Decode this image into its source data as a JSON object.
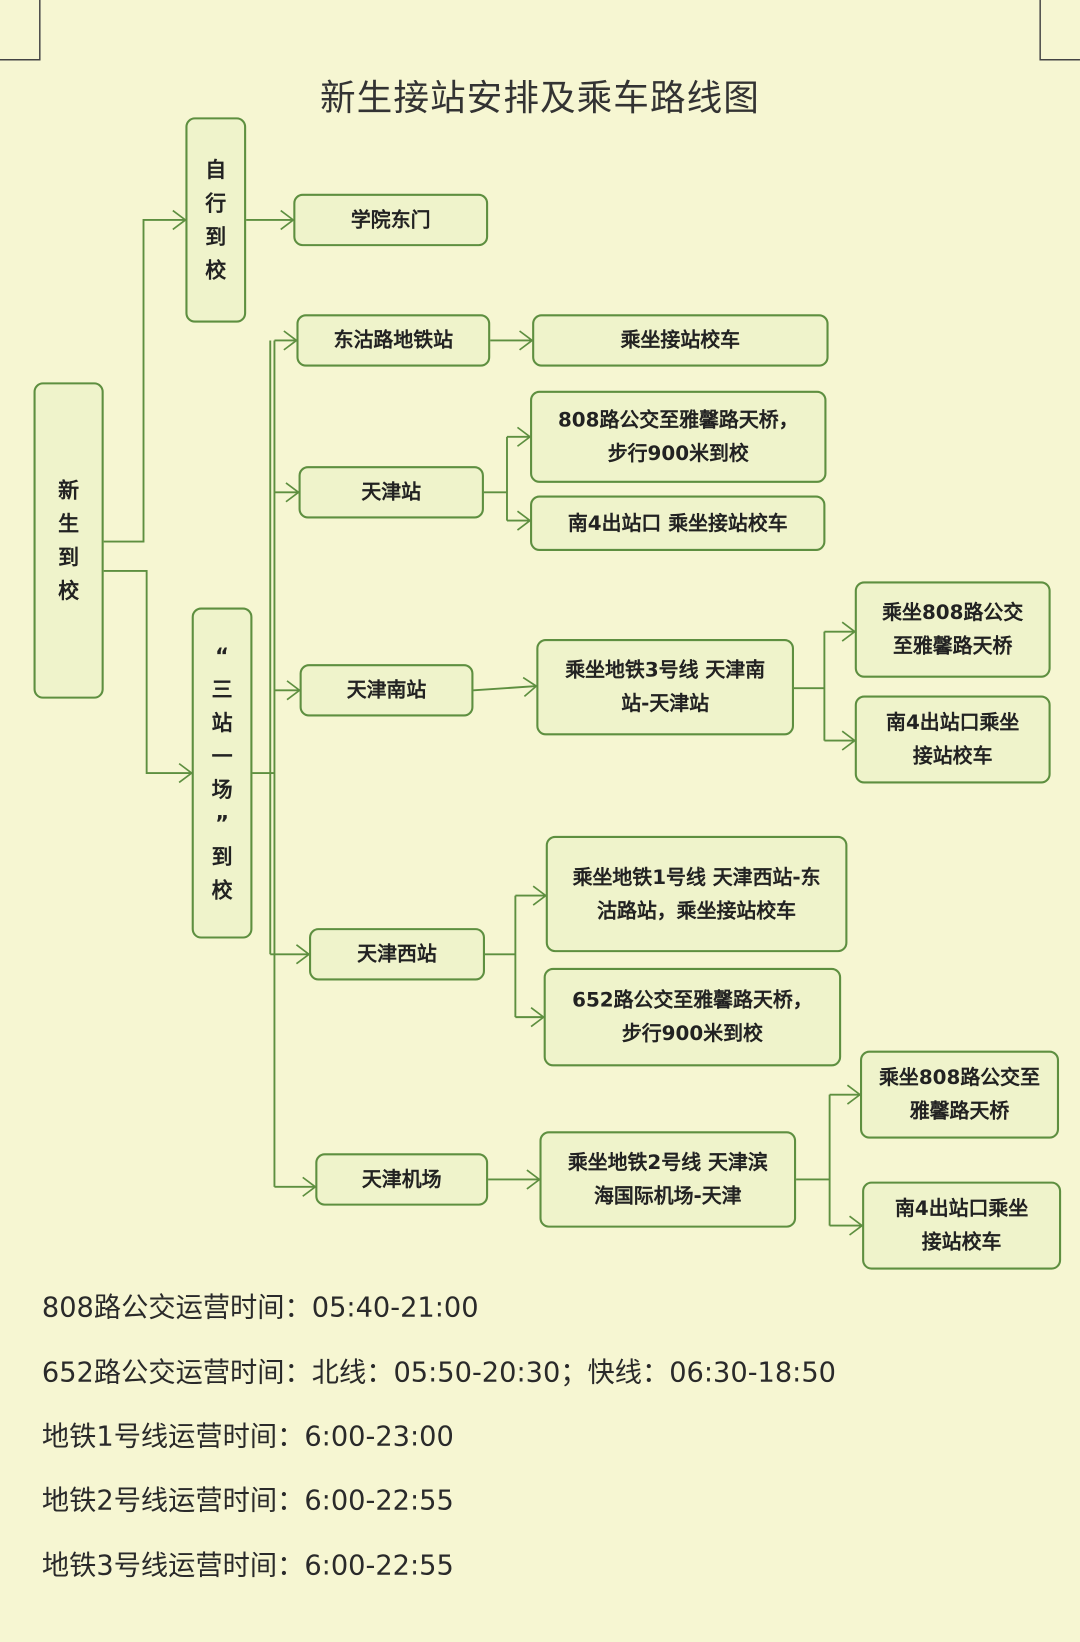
{
  "title": "新生接站安排及乘车路线图",
  "root": [
    "新",
    "生",
    "到",
    "校"
  ],
  "self": [
    "自",
    "行",
    "到",
    "校"
  ],
  "three": [
    "“",
    "三",
    "站",
    "一",
    "场",
    "”",
    "到",
    "校"
  ],
  "nodes": {
    "east_gate": "学院东门",
    "donggu": "东沽路地铁站",
    "donggu_bus": "乘坐接站校车",
    "tj": "天津站",
    "tj_a": "808路公交至雅馨路天桥，步行900米到校",
    "tj_b": "南4出站口  乘坐接站校车",
    "tjs": "天津南站",
    "tjs_metro": "乘坐地铁3号线  天津南站-天津站",
    "tjs_a": "乘坐808路公交至雅馨路天桥",
    "tjs_b": "南4出站口乘坐接站校车",
    "tjw": "天津西站",
    "tjw_a": "乘坐地铁1号线  天津西站-东沽路站，乘坐接站校车",
    "tjw_b": "652路公交至雅馨路天桥，步行900米到校",
    "air": "天津机场",
    "air_metro": "乘坐地铁2号线  天津滨海国际机场-天津",
    "air_a": "乘坐808路公交至雅馨路天桥",
    "air_b": "南4出站口乘坐接站校车"
  },
  "notes": [
    "808路公交运营时间：05:40-21:00",
    "652路公交运营时间：北线：05:50-20:30；快线：06:30-18:50",
    "地铁1号线运营时间：6:00-23:00",
    "地铁2号线运营时间：6:00-22:55",
    "地铁3号线运营时间：6:00-22:55"
  ]
}
